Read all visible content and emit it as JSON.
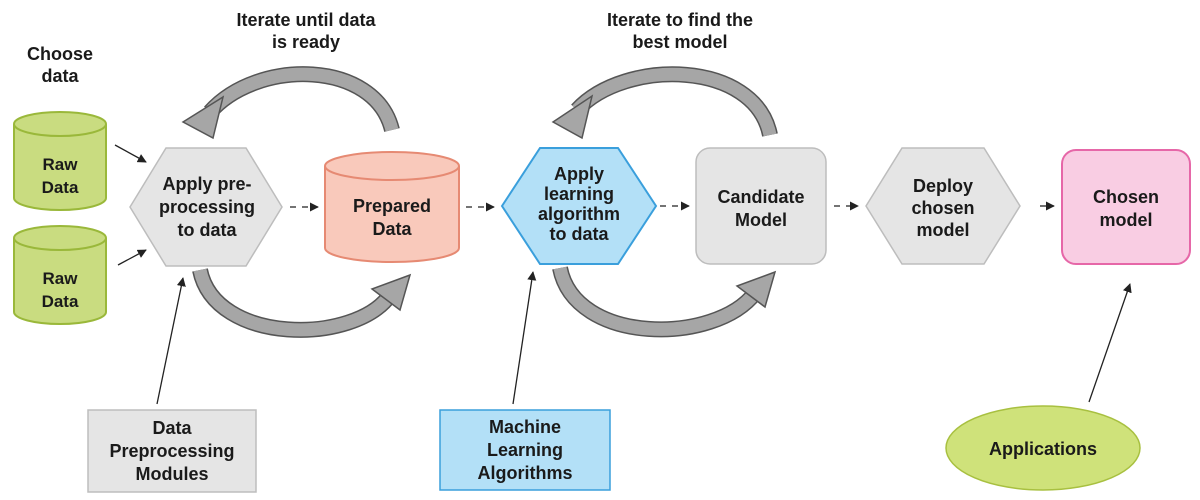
{
  "iterate_data_label": [
    "Iterate until data",
    "is ready"
  ],
  "iterate_model_label": [
    "Iterate to find the",
    "best model"
  ],
  "choose_data_label": [
    "Choose",
    "data"
  ],
  "raw_data_1": [
    "Raw",
    "Data"
  ],
  "raw_data_2": [
    "Raw",
    "Data"
  ],
  "apply_preprocessing": [
    "Apply pre-",
    "processing",
    "to data"
  ],
  "prepared_data": [
    "Prepared",
    "Data"
  ],
  "apply_learning": [
    "Apply",
    "learning",
    "algorithm",
    "to data"
  ],
  "candidate_model": [
    "Candidate",
    "Model"
  ],
  "deploy_model": [
    "Deploy",
    "chosen",
    "model"
  ],
  "chosen_model": [
    "Chosen",
    "model"
  ],
  "preprocessing_modules": [
    "Data",
    "Preprocessing",
    "Modules"
  ],
  "ml_algorithms": [
    "Machine",
    "Learning",
    "Algorithms"
  ],
  "applications": [
    "Applications"
  ],
  "colors": {
    "raw_data_fill": "#c9dc80",
    "raw_data_stroke": "#9ab83a",
    "hexagon_gray": "#e5e5e5",
    "prepared_fill": "#f9c9bb",
    "prepared_stroke": "#e68a73",
    "learning_fill": "#b3e0f7",
    "learning_stroke": "#3a9fdc",
    "chosen_fill": "#f9cde3",
    "chosen_stroke": "#e667a8",
    "modules_fill": "#e5e5e5",
    "algorithms_fill": "#b3e0f7",
    "applications_fill": "#cfe27a",
    "cycle_arrow": "#a6a6a6"
  }
}
